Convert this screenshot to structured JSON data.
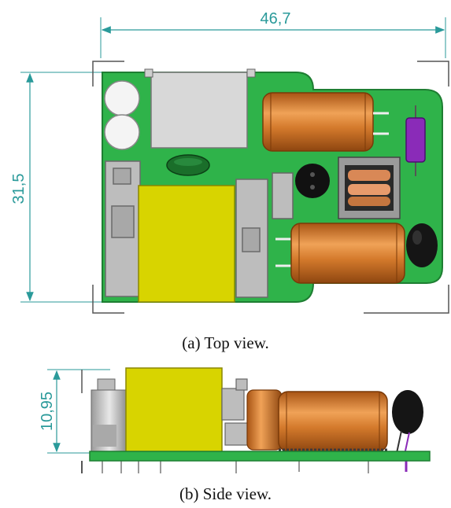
{
  "top_view": {
    "dim_width": "46,7",
    "dim_height": "31,5",
    "caption": "(a) Top view."
  },
  "side_view": {
    "dim_height": "10,95",
    "caption": "(b) Side view."
  },
  "colors": {
    "pcb": "#2fb34a",
    "pcb_edge": "#1e7e32",
    "transformer": "#d8d400",
    "capacitor": "#d37a2a",
    "dimension": "#2a9a9a",
    "inductor_purple": "#8a2bb8",
    "metal": "#c8c8c8"
  }
}
